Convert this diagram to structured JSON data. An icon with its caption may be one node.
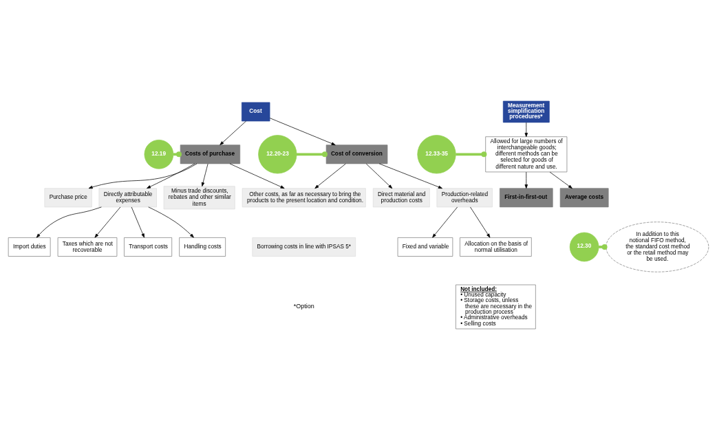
{
  "diagram": {
    "nodes": [
      {
        "text": [
          "Cost"
        ]
      },
      {
        "text": [
          "Measurement simplification procedures*"
        ]
      },
      {
        "text": [
          "12.19"
        ]
      },
      {
        "text": [
          "Costs of purchase"
        ]
      },
      {
        "text": [
          "12.20-23"
        ]
      },
      {
        "text": [
          "Cost of conversion"
        ]
      },
      {
        "text": [
          "12.33-35"
        ]
      },
      {
        "text": [
          "Allowed for large numbers of interchangeable goods; different methods can be selected for goods of different nature and use."
        ]
      },
      {
        "text": [
          "Purchase price"
        ]
      },
      {
        "text": [
          "Directly attributable expenses"
        ]
      },
      {
        "text": [
          "Import duties"
        ]
      },
      {
        "text": [
          "Taxes which are not recoverable"
        ]
      },
      {
        "text": [
          "Transport costs"
        ]
      },
      {
        "text": [
          "Handling costs"
        ]
      },
      {
        "text": [
          "Minus trade discounts, rebates and other similar items"
        ]
      },
      {
        "text": [
          "Direct material and production costs"
        ]
      },
      {
        "text": [
          "Production-related overheads"
        ]
      },
      {
        "text": [
          "Fixed and variable"
        ]
      },
      {
        "text": [
          "Allocation on the basis of normal utilisation"
        ]
      },
      {
        "text": [
          "Not included:",
          "• Unused capacity",
          "• Storage costs, unless these are necessary in the production process",
          "• Administrative overheads",
          "• Selling costs"
        ]
      },
      {
        "text": [
          "12.30"
        ]
      },
      {
        "text": [
          "In addition to this notional FIFO method, the standard cost method or the retail method may be used."
        ]
      },
      {
        "text": [
          "First-in-first-out"
        ]
      },
      {
        "text": [
          "Average costs"
        ]
      },
      {
        "text": [
          "Other costs, as far as necessary to bring the products to the present location and condition."
        ]
      },
      {
        "text": [
          "Borrowing costs in line with IPSAS 5*"
        ]
      }
    ],
    "edges": [
      {
        "from": 0,
        "to": 3,
        "arrow": "to"
      },
      {
        "from": 0,
        "to": 5,
        "arrow": "to"
      },
      {
        "from": 1,
        "to": 7,
        "arrow": "to"
      },
      {
        "from": 2,
        "to": 3,
        "arrow": "other",
        "style": "thick",
        "color": "#92d050"
      },
      {
        "from": 4,
        "to": 5,
        "arrow": "other",
        "style": "thick",
        "color": "#92d050"
      },
      {
        "from": 6,
        "to": 7,
        "arrow": "other",
        "style": "thick",
        "color": "#92d050"
      },
      {
        "from": 3,
        "to": 8,
        "arrow": "to"
      },
      {
        "from": 3,
        "to": 9,
        "arrow": "to"
      },
      {
        "from": 9,
        "to": 10,
        "arrow": "to"
      },
      {
        "from": 9,
        "to": 11,
        "arrow": "to"
      },
      {
        "from": 9,
        "to": 12,
        "arrow": "to"
      },
      {
        "from": 9,
        "to": 13,
        "arrow": "to"
      },
      {
        "from": 3,
        "to": 14,
        "arrow": "to"
      },
      {
        "from": 3,
        "to": 24,
        "arrow": "to"
      },
      {
        "from": 5,
        "to": 15,
        "arrow": "to"
      },
      {
        "from": 5,
        "to": 16,
        "arrow": "to"
      },
      {
        "from": 16,
        "to": 17,
        "arrow": "to"
      },
      {
        "from": 16,
        "to": 18,
        "arrow": "to"
      },
      {
        "from": 5,
        "to": 24,
        "arrow": "to"
      },
      {
        "from": 7,
        "to": 22,
        "arrow": "to"
      },
      {
        "from": 7,
        "to": 23,
        "arrow": "to"
      },
      {
        "from": 20,
        "to": 21,
        "arrow": "other",
        "style": "thick",
        "color": "#92d050"
      }
    ],
    "labels": [
      "*Option"
    ]
  }
}
